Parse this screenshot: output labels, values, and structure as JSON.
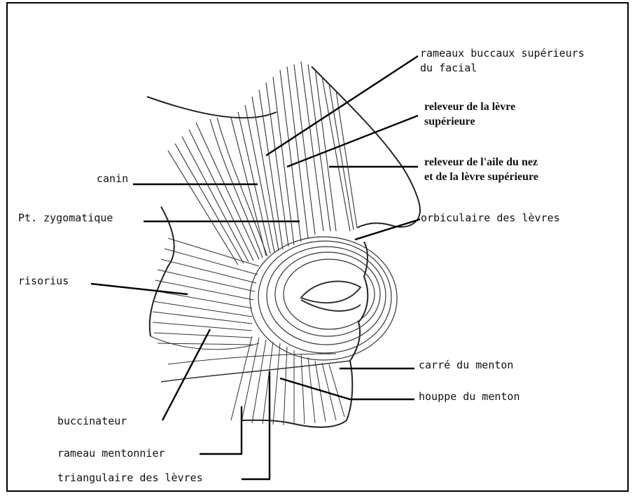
{
  "labels": {
    "rameaux_buccaux": "rameaux buccaux supérieurs\ndu facial",
    "releveur_levre": "releveur de la lèvre\nsupérieure",
    "releveur_aile": "releveur de l'aile du nez\net de la lèvre supérieure",
    "canin": "canin",
    "zygomatique": "Pt. zygomatique",
    "orbiculaire": "orbiculaire des lèvres",
    "risorius": "risorius",
    "carre": "carré du menton",
    "houppe": "houppe du menton",
    "buccinateur": "buccinateur",
    "rameau_mentonnier": "rameau mentonnier",
    "triangulaire": "triangulaire des lèvres"
  }
}
